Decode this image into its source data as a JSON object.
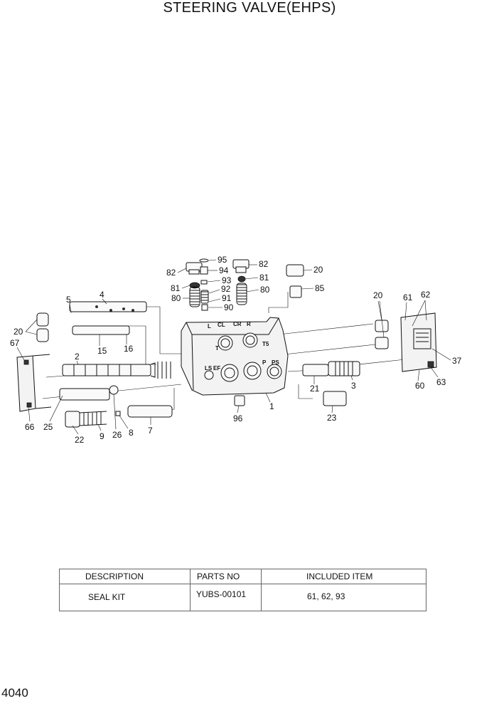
{
  "title": "STEERING VALVE(EHPS)",
  "page_number": "4040",
  "port_labels": [
    "L",
    "CL",
    "CR",
    "R",
    "T",
    "T5",
    "LS",
    "EF",
    "P",
    "PS"
  ],
  "callouts": [
    "95",
    "82",
    "94",
    "93",
    "81",
    "92",
    "80",
    "91",
    "90",
    "82",
    "81",
    "80",
    "20",
    "85",
    "4",
    "5",
    "20",
    "67",
    "15",
    "16",
    "2",
    "25",
    "66",
    "22",
    "9",
    "26",
    "8",
    "7",
    "96",
    "1",
    "21",
    "3",
    "23",
    "20",
    "61",
    "62",
    "37",
    "60",
    "63"
  ],
  "table": {
    "headers": [
      "DESCRIPTION",
      "PARTS NO",
      "INCLUDED ITEM"
    ],
    "rows": [
      [
        "SEAL KIT",
        "YUBS-00101",
        "61, 62, 93"
      ]
    ]
  }
}
